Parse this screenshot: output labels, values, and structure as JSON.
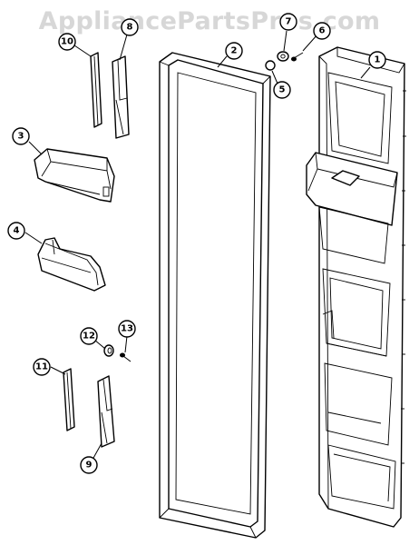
{
  "watermark": "AppliancePartsPros.com",
  "callouts": [
    {
      "id": "1",
      "label": "1"
    },
    {
      "id": "2",
      "label": "2"
    },
    {
      "id": "3",
      "label": "3"
    },
    {
      "id": "4",
      "label": "4"
    },
    {
      "id": "5",
      "label": "5"
    },
    {
      "id": "6",
      "label": "6"
    },
    {
      "id": "7",
      "label": "7"
    },
    {
      "id": "8",
      "label": "8"
    },
    {
      "id": "9",
      "label": "9"
    },
    {
      "id": "10",
      "label": "10"
    },
    {
      "id": "11",
      "label": "11"
    },
    {
      "id": "12",
      "label": "12"
    },
    {
      "id": "13",
      "label": "13"
    }
  ]
}
